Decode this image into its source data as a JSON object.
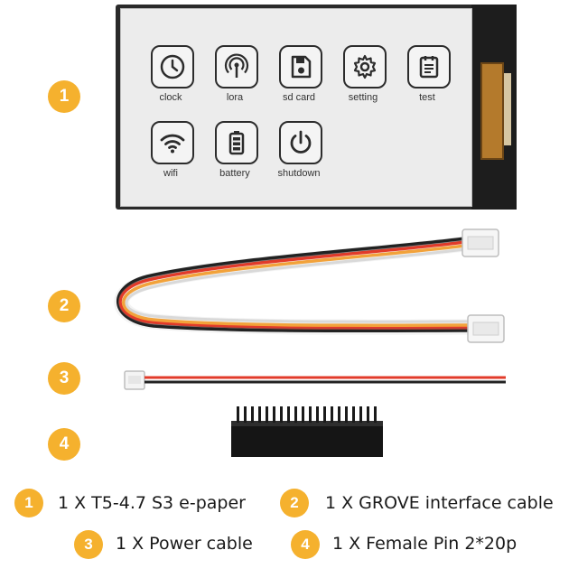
{
  "device": {
    "apps": [
      {
        "label": "clock",
        "icon": "clock-icon"
      },
      {
        "label": "lora",
        "icon": "antenna-icon"
      },
      {
        "label": "sd card",
        "icon": "sd-card-icon"
      },
      {
        "label": "setting",
        "icon": "gear-icon"
      },
      {
        "label": "test",
        "icon": "clipboard-icon"
      },
      {
        "label": "wifi",
        "icon": "wifi-icon"
      },
      {
        "label": "battery",
        "icon": "battery-icon"
      },
      {
        "label": "shutdown",
        "icon": "power-icon"
      }
    ]
  },
  "markers": [
    "1",
    "2",
    "3",
    "4"
  ],
  "captions": [
    {
      "num": "1",
      "text": "1 X T5-4.7 S3 e-paper"
    },
    {
      "num": "2",
      "text": "1 X GROVE interface cable"
    },
    {
      "num": "3",
      "text": "1 X Power cable"
    },
    {
      "num": "4",
      "text": "1 X Female Pin 2*20p"
    }
  ],
  "colors": {
    "badge": "#f5b12e",
    "cable_red": "#e23b2a",
    "cable_orange": "#f2a23a",
    "cable_white": "#f3f3f3",
    "cable_black": "#222222"
  }
}
